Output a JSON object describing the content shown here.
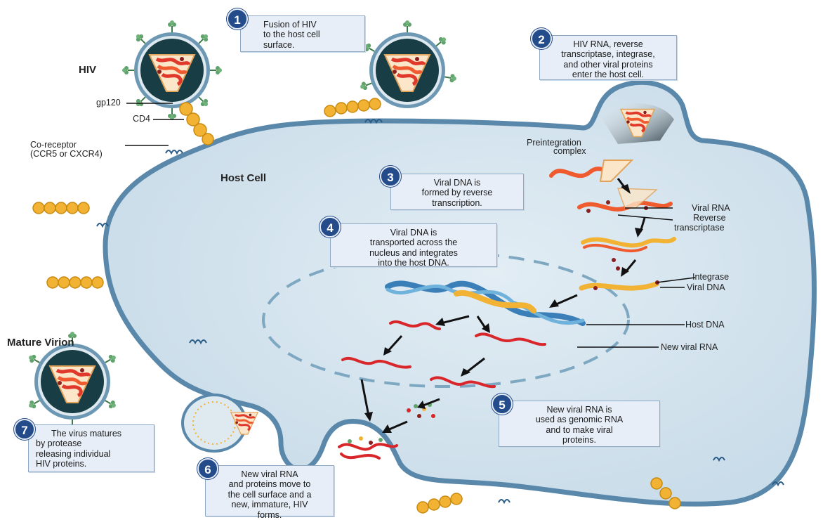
{
  "labels": {
    "hiv": "HIV",
    "host_cell": "Host Cell",
    "mature_virion": "Mature Virion",
    "gp120": "gp120",
    "cd4": "CD4",
    "coreceptor_line1": "Co-receptor",
    "coreceptor_line2": "(CCR5 or CXCR4)",
    "preintegration_line1": "Preintegration",
    "preintegration_line2": "complex",
    "viral_rna": "Viral RNA",
    "reverse_line1": "Reverse",
    "reverse_line2": "transcriptase",
    "integrase": "Integrase",
    "viral_dna": "Viral DNA",
    "host_dna": "Host DNA",
    "new_viral_rna": "New viral RNA"
  },
  "steps": [
    {
      "number": "1",
      "lines": [
        "Fusion of  HIV",
        "to the host cell",
        "surface."
      ]
    },
    {
      "number": "2",
      "lines": [
        "HIV RNA, reverse",
        "transcriptase, integrase,",
        "and other viral proteins",
        "enter the host cell."
      ]
    },
    {
      "number": "3",
      "lines": [
        "Viral DNA is",
        "formed by reverse",
        "transcription."
      ]
    },
    {
      "number": "4",
      "lines": [
        "Viral DNA is",
        "transported across the",
        "nucleus and integrates",
        "into the host DNA."
      ]
    },
    {
      "number": "5",
      "lines": [
        "New viral RNA is",
        "used as genomic RNA",
        "and to make viral",
        "proteins."
      ]
    },
    {
      "number": "6",
      "lines": [
        "New viral RNA",
        "and proteins move to",
        "the cell surface and a",
        "new, immature, HIV",
        "forms."
      ]
    },
    {
      "number": "7",
      "lines": [
        "The virus matures",
        "by protease",
        "releasing individual",
        "HIV proteins."
      ]
    }
  ],
  "colors": {
    "cell_fill": "#d3e3ee",
    "membrane": "#5a88ab",
    "virion_core": "#183d45",
    "rna_red": "#d8262a",
    "dna_yellow": "#f2b233",
    "dna_blue": "#3b7fb8",
    "step_fill": "#e7eef7",
    "step_num": "#244b8a"
  }
}
